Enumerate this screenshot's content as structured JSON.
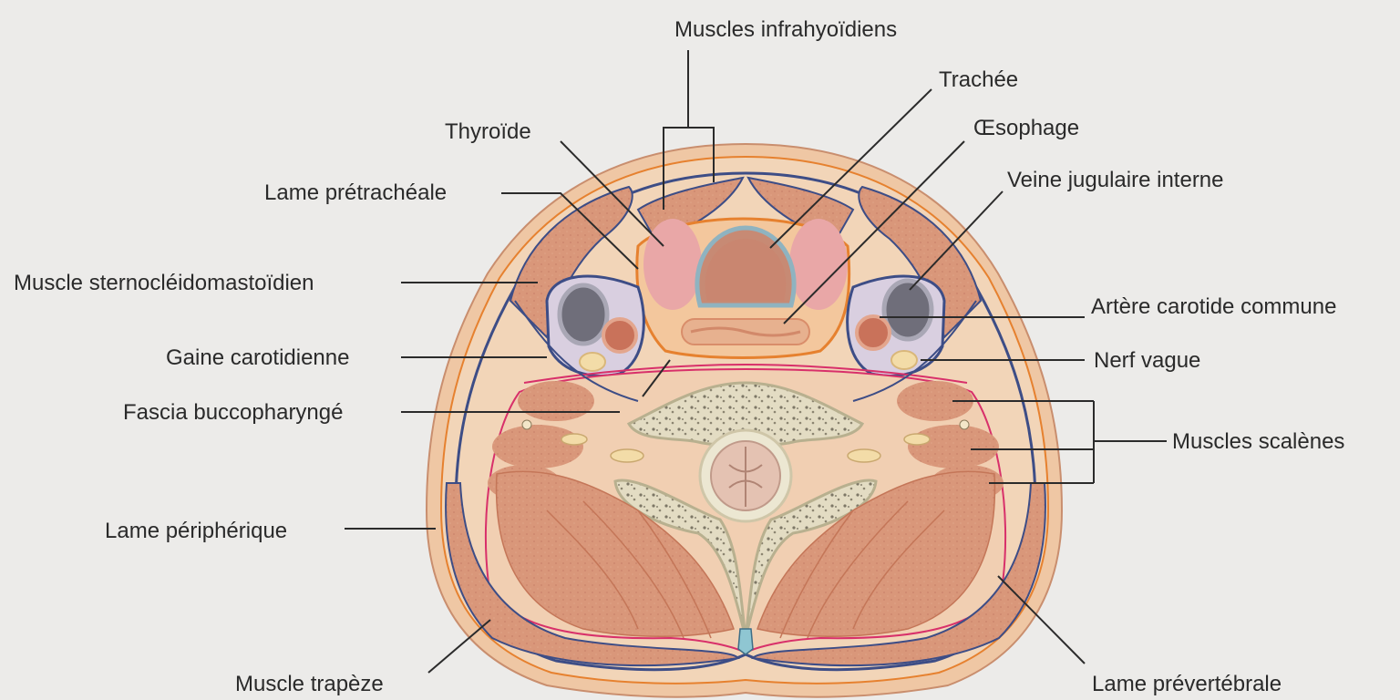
{
  "labels": {
    "muscles_infrahyoidiens": "Muscles infrahyoïdiens",
    "trachee": "Trachée",
    "thyroide": "Thyroïde",
    "oesophage": "Œsophage",
    "lame_pretracheale": "Lame prétrachéale",
    "veine_jugulaire_interne": "Veine jugulaire interne",
    "muscle_scm": "Muscle sternocléidomastoïdien",
    "artere_carotide_commune": "Artère carotide commune",
    "gaine_carotidienne": "Gaine carotidienne",
    "nerf_vague": "Nerf vague",
    "fascia_buccopharynge": "Fascia buccopharyngé",
    "muscles_scalenes": "Muscles scalènes",
    "lame_peripherique": "Lame périphérique",
    "muscle_trapeze": "Muscle trapèze",
    "lame_prevertebrale": "Lame prévertébrale"
  },
  "colors": {
    "skin": "#efc7a4",
    "muscle": "#d9987a",
    "fascia_blue": "#3d4d86",
    "fascia_red": "#d8306a",
    "fascia_orange": "#e6812f",
    "thyroid": "#e9a7a7",
    "vein": "#6f6e7a",
    "artery": "#c9725a",
    "nerve": "#f3dca8",
    "bone": "#ece7d2",
    "sheath": "#d9cfe0"
  }
}
